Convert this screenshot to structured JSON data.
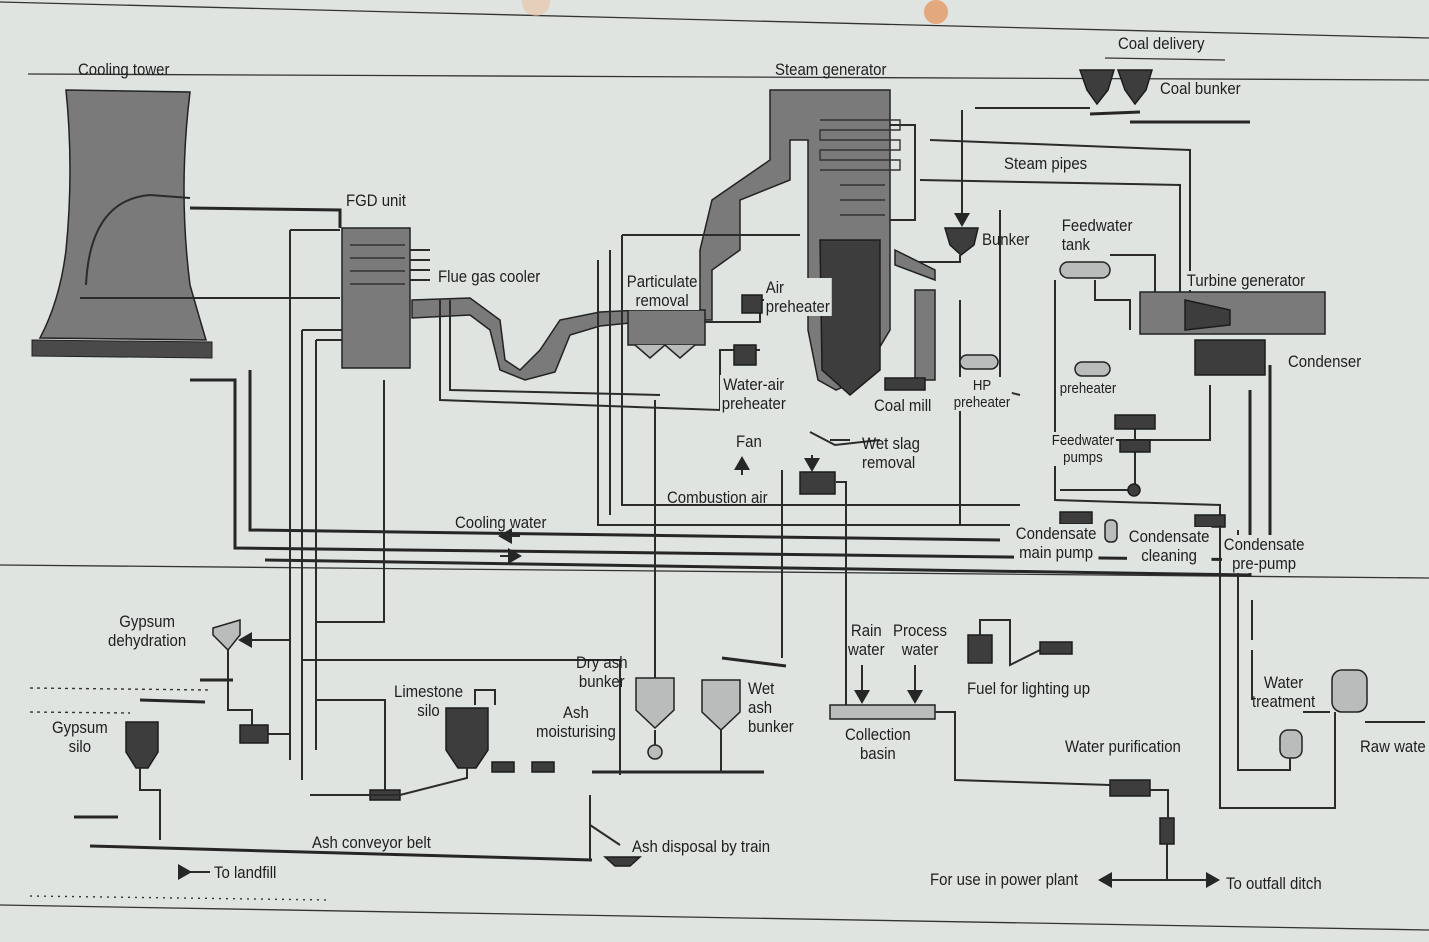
{
  "labels": {
    "coal_delivery": "Coal delivery",
    "coal_bunker": "Coal bunker",
    "cooling_tower": "Cooling tower",
    "steam_generator": "Steam generator",
    "steam_pipes": "Steam pipes",
    "fgd_unit": "FGD unit",
    "bunker": "Bunker",
    "feedwater_tank": "Feedwater\ntank",
    "flue_gas_cooler": "Flue gas cooler",
    "particulate_removal": "Particulate\nremoval",
    "air_preheater": "Air\npreheater",
    "turbine_generator": "Turbine generator",
    "condenser": "Condenser",
    "water_air_preheater": "Water-air\npreheater",
    "coal_mill": "Coal mill",
    "hp_preheater": "HP\npreheater",
    "lp_preheater": "preheater",
    "fan": "Fan",
    "wet_slag_removal": "Wet slag\nremoval",
    "feedwater_pumps": "Feedwater\npumps",
    "combustion_air": "Combustion air",
    "cooling_water": "Cooling water",
    "condensate_main_pump": "Condensate\nmain pump",
    "condensate_cleaning": "Condensate\ncleaning",
    "condensate_pre_pump": "Condensate\npre-pump",
    "gypsum_dehydration": "Gypsum\ndehydration",
    "rain_water": "Rain\nwater",
    "process_water": "Process\nwater",
    "dry_ash_bunker": "Dry ash\nbunker",
    "wet_ash_bunker": "Wet\nash\nbunker",
    "fuel_for_lighting_up": "Fuel for lighting up",
    "limestone_silo": "Limestone\nsilo",
    "ash_moisturising": "Ash\nmoisturising",
    "water_treatment": "Water\ntreatment",
    "gypsum_silo": "Gypsum\nsilo",
    "collection_basin": "Collection\nbasin",
    "water_purification": "Water purification",
    "raw_water": "Raw wate",
    "ash_conveyor_belt": "Ash conveyor belt",
    "ash_disposal_by_train": "Ash disposal by train",
    "to_landfill": "To landfill",
    "for_use_in_power_plant": "For use in power plant",
    "to_outfall_ditch": "To outfall ditch"
  },
  "colors": {
    "paper": "#dfe4e1",
    "ink": "#262626"
  }
}
